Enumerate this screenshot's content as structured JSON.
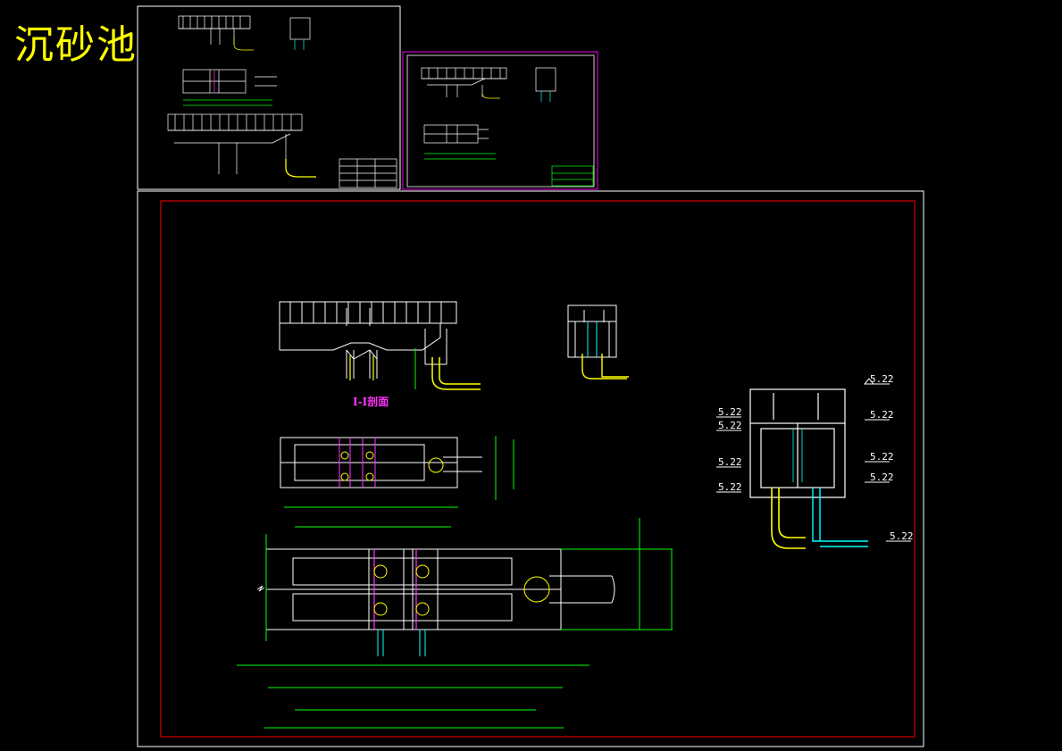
{
  "title": "沉砂池",
  "section_label": "I-I剖面",
  "levels_right_elev": [
    "5.22",
    "5.22",
    "5.22",
    "5.22",
    "5.22",
    "5.22",
    "5.22",
    "5.22",
    "5.22"
  ],
  "colors": {
    "background": "#000000",
    "title": "#ffff00",
    "frame": "#ffffff",
    "border_red": "#ff0000",
    "sheet2_frame": "#cc00cc",
    "structure": "#ffffff",
    "dimension": "#00ff00",
    "pipe_yellow": "#ffff00",
    "pipe_cyan": "#00ffff",
    "magenta": "#ff33ff"
  }
}
